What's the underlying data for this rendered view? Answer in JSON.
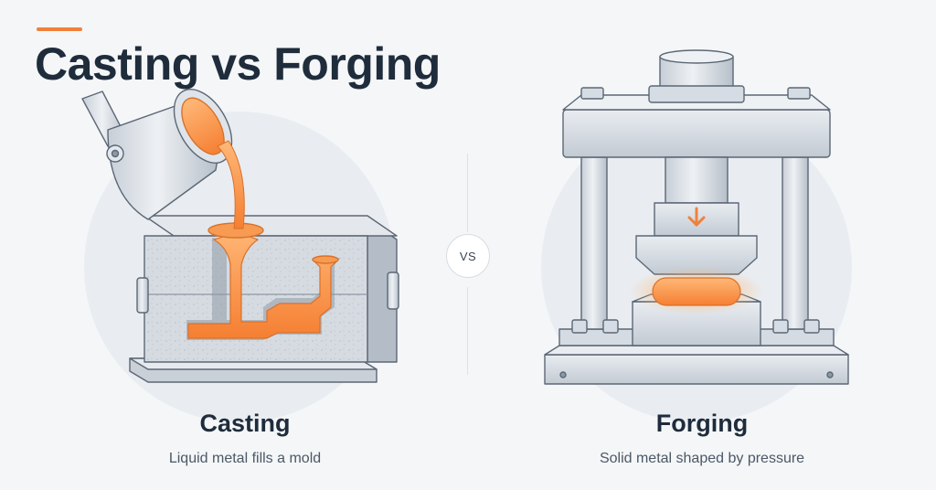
{
  "header": {
    "title": "Casting vs Forging"
  },
  "divider": {
    "vs_label": "VS"
  },
  "panels": [
    {
      "title": "Casting",
      "subtitle": "Liquid metal fills a mold",
      "illustration_icon": "casting-mold-icon"
    },
    {
      "title": "Forging",
      "subtitle": "Solid metal shaped by pressure",
      "illustration_icon": "forging-press-icon"
    }
  ],
  "colors": {
    "accent": "#f0803c",
    "molten_metal": "#f79a52",
    "steel_light": "#dfe4ea",
    "steel_mid": "#c3cad3",
    "steel_dark": "#8d98a5",
    "outline": "#5c6775",
    "title_text": "#1f2c3b",
    "background": "#f4f6f8"
  }
}
